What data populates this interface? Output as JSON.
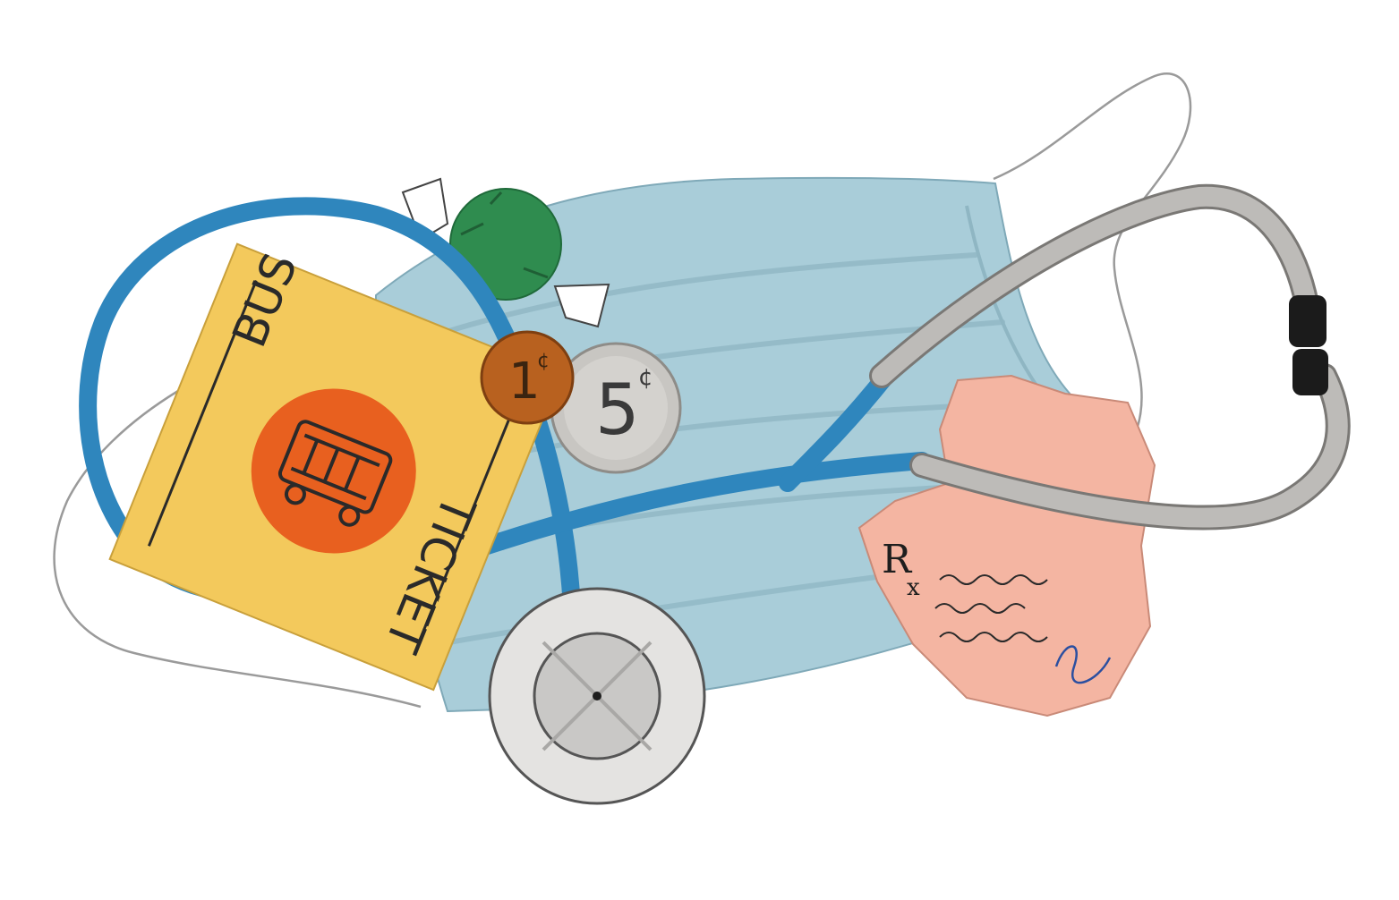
{
  "ticket": {
    "word_top": "BUS",
    "word_bottom": "TICKET"
  },
  "coins": {
    "penny_value": "1",
    "penny_unit": "¢",
    "nickel_value": "5",
    "nickel_unit": "¢"
  },
  "prescription": {
    "symbol": "R",
    "symbol_sub": "x"
  },
  "colors": {
    "mask_blue": "#a9cdd9",
    "mask_pleat": "#8fb6c3",
    "tube_blue": "#2f86bd",
    "ticket_yellow": "#f3c95c",
    "ticket_circle": "#e8601f",
    "candy_green": "#2f8c4f",
    "penny": "#b8611f",
    "nickel": "#c8c6c2",
    "paper_pink": "#f4b5a2",
    "metal_gray": "#bdbbb8",
    "earpiece_black": "#1b1b1b"
  }
}
